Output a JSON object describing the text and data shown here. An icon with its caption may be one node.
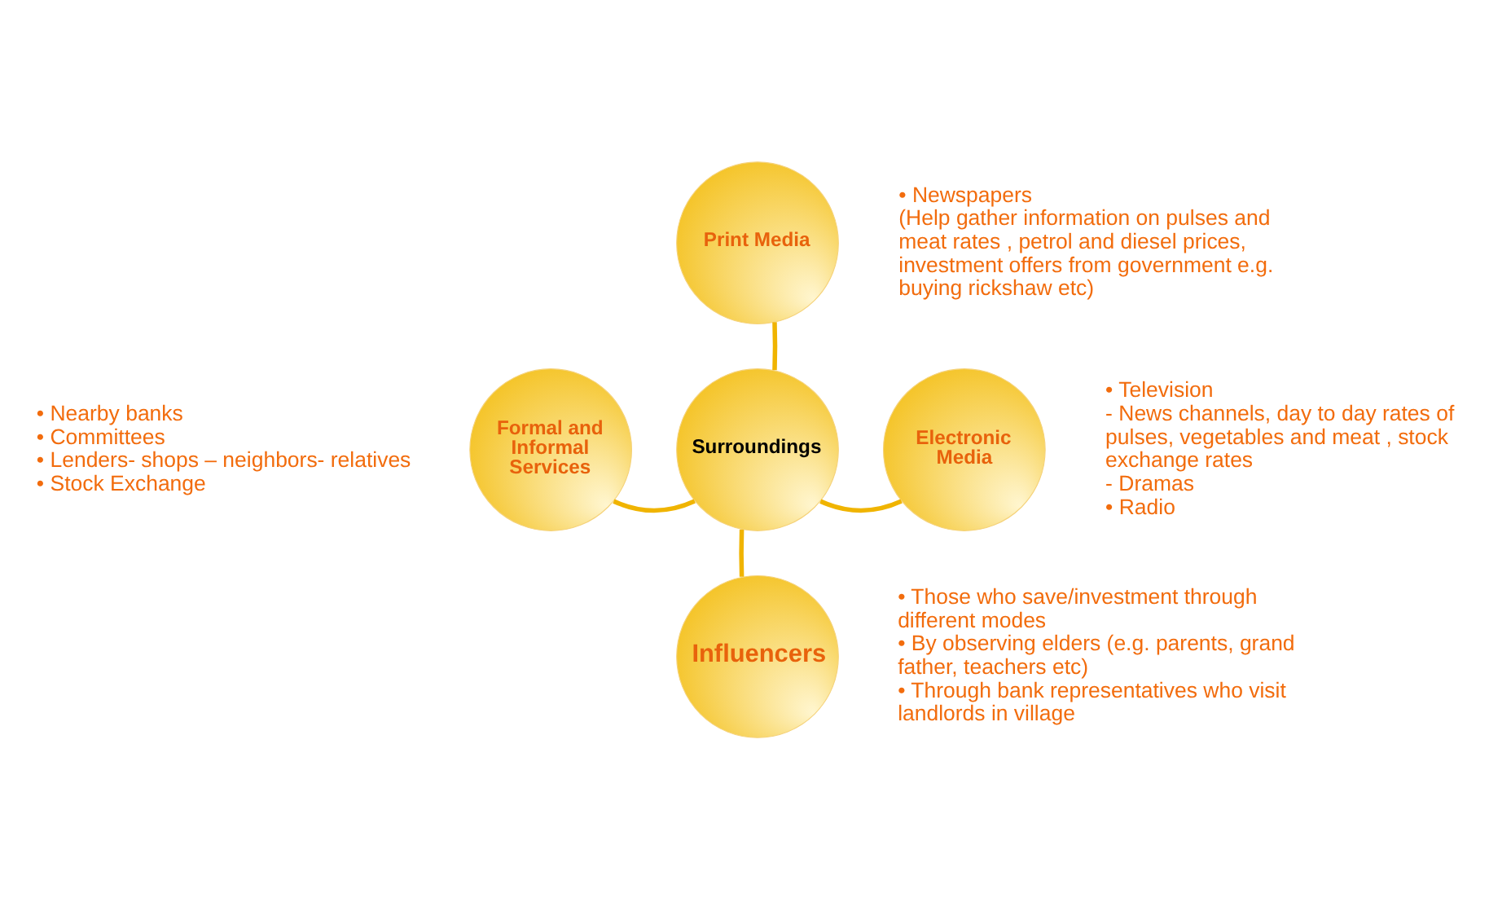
{
  "diagram": {
    "nodes": [
      {
        "text": [
          "Print Media"
        ],
        "beside": [
          "• Newspapers",
          "(Help gather information on pulses and meat rates , petrol and diesel prices, investment offers from government e.g. buying rickshaw etc)"
        ]
      },
      {
        "text": [
          "Formal and Informal Services"
        ],
        "beside": [
          "• Nearby banks",
          "• Committees",
          "• Lenders- shops – neighbors- relatives",
          "• Stock Exchange"
        ]
      },
      {
        "text": [
          "Surroundings"
        ]
      },
      {
        "text": [
          "Electronic Media"
        ],
        "beside": [
          "• Television",
          "- News channels, day to day rates of pulses, vegetables and meat , stock exchange rates",
          "- Dramas",
          "• Radio"
        ]
      },
      {
        "text": [
          "Influencers"
        ],
        "beside": [
          "• Those who save/investment through different modes",
          "• By observing elders (e.g. parents, grand father, teachers etc)",
          "• Through bank representatives who visit landlords in village"
        ]
      }
    ],
    "edges": [
      {
        "from": 2,
        "to": 0,
        "arrow": "none"
      },
      {
        "from": 2,
        "to": 1,
        "arrow": "none"
      },
      {
        "from": 2,
        "to": 3,
        "arrow": "none"
      },
      {
        "from": 2,
        "to": 4,
        "arrow": "none"
      }
    ]
  }
}
